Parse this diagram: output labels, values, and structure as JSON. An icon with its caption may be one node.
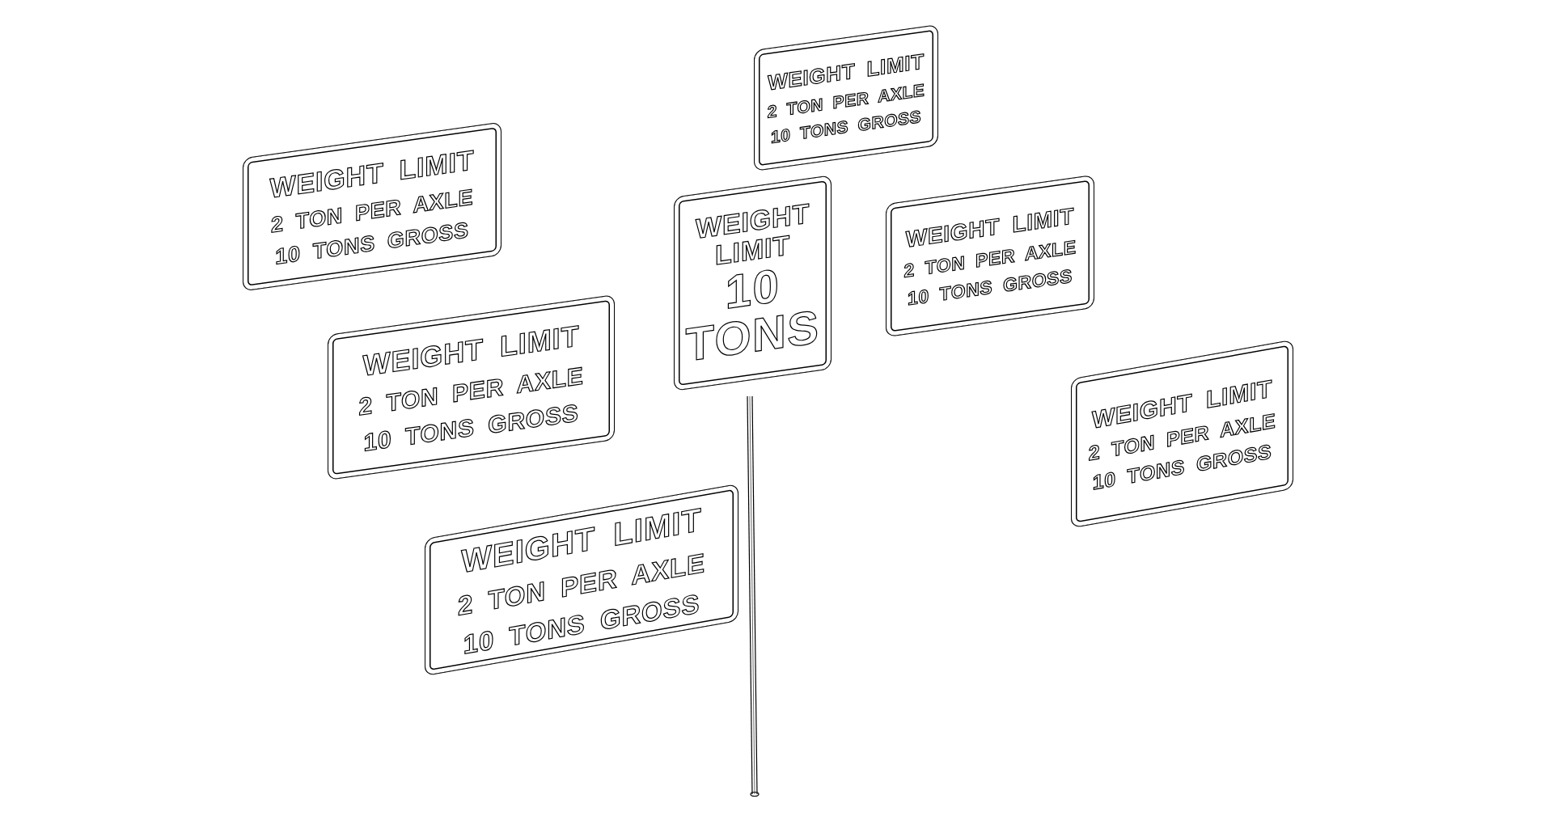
{
  "diagram": {
    "nodes": [
      {
        "text": [
          "WEIGHT LIMIT",
          "2 TON PER AXLE",
          "10 TONS GROSS"
        ]
      },
      {
        "text": [
          "WEIGHT LIMIT",
          "2 TON PER AXLE",
          "10 TONS GROSS"
        ]
      },
      {
        "text": [
          "WEIGHT LIMIT",
          "10 TONS"
        ]
      },
      {
        "text": [
          "WEIGHT LIMIT",
          "2 TON PER AXLE",
          "10 TONS GROSS"
        ]
      },
      {
        "text": [
          "WEIGHT LIMIT",
          "2 TON PER AXLE",
          "10 TONS GROSS"
        ]
      },
      {
        "text": [
          "WEIGHT LIMIT",
          "2 TON PER AXLE",
          "10 TONS GROSS"
        ]
      },
      {
        "text": [
          "WEIGHT LIMIT",
          "2 TON PER AXLE",
          "10 TONS GROSS"
        ]
      }
    ]
  }
}
